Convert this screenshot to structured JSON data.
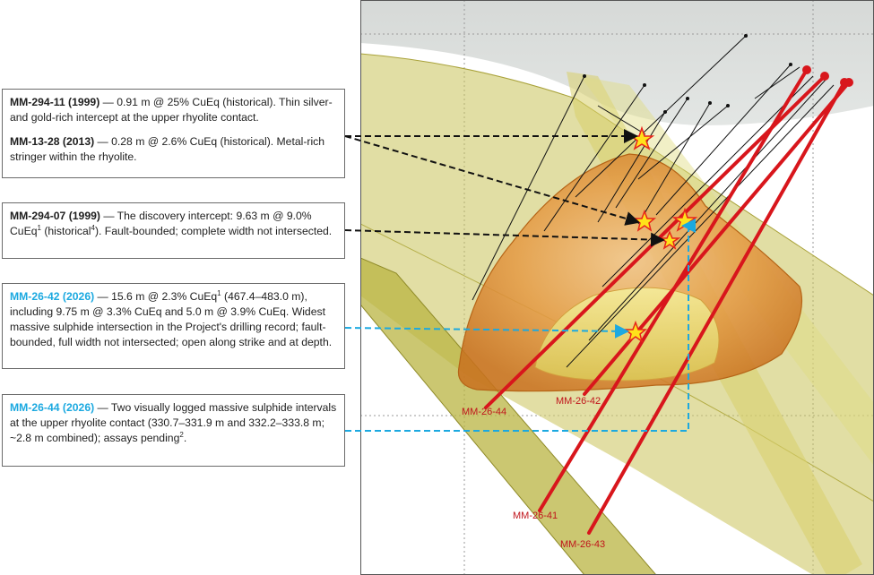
{
  "callouts": [
    {
      "entries": [
        {
          "hole_id": "MM-294-11 (1999)",
          "text": " — 0.91 m @ 25% CuEq (historical). Thin silver- and gold-rich intercept at the upper rhyolite contact."
        },
        {
          "hole_id": "MM-13-28 (2013)",
          "text": " — 0.28 m @ 2.6% CuEq (historical). Metal-rich stringer within the rhyolite."
        }
      ]
    },
    {
      "entries": [
        {
          "hole_id": "MM-294-07 (1999)",
          "text_a": " — The discovery intercept: 9.63 m @ 9.0% CuEq",
          "sup1": "1",
          "text_b": " (historical",
          "sup2": "4",
          "text_c": "). Fault-bounded; complete width not intersected."
        }
      ]
    },
    {
      "entries": [
        {
          "hole_id": "MM-26-42 (2026)",
          "text_a": " — 15.6 m @ 2.3% CuEq",
          "sup1": "1",
          "text_b": " (467.4–483.0 m), including 9.75 m @ 3.3% CuEq and 5.0 m @ 3.9% CuEq. Widest massive sulphide intersection in the Project's drilling record; fault-bounded, full width not intersected; open along strike and at depth."
        }
      ]
    },
    {
      "entries": [
        {
          "hole_id": "MM-26-44 (2026)",
          "text_a": " — Two visually logged massive sulphide intervals at the upper rhyolite contact (330.7–331.9 m and 332.2–333.8 m; ~2.8 m combined); assays pending",
          "sup1": "2",
          "text_b": "."
        }
      ]
    }
  ],
  "hole_labels": {
    "mm_26_44": "MM-26-44",
    "mm_26_42": "MM-26-42",
    "mm_26_41": "MM-26-41",
    "mm_26_43": "MM-26-43"
  },
  "colors": {
    "historic_leader": "#111111",
    "new_leader": "#1ca9e0",
    "drill_hole_new": "#d8161c",
    "drill_hole_old": "#111111",
    "orebody": "#e08a2a",
    "rhyolite": "#c9c25a",
    "star_fill": "#ffe21a",
    "star_stroke": "#e8231a"
  }
}
